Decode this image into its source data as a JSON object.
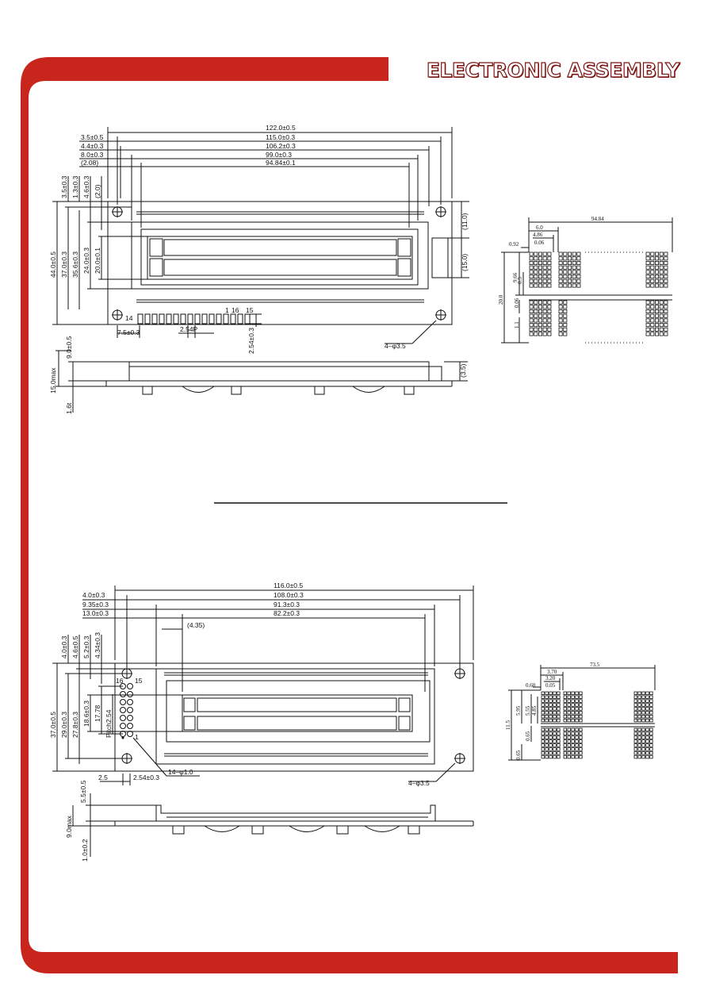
{
  "header": {
    "brand": "ELECTRONIC ASSEMBLY",
    "brand_color": "#c8251d"
  },
  "drawing_top": {
    "horizontal_dims": [
      "122.0±0.5",
      "115.0±0.3",
      "106.2±0.3",
      "99.0±0.3",
      "94.84±0.1"
    ],
    "left_offsets": [
      "3.5±0.5",
      "4.4±0.3",
      "8.0±0.3",
      "(2.08)"
    ],
    "top_offsets": [
      "3.5±0.3",
      "1.3±0.3",
      "4.6±0.3",
      "(2.0)"
    ],
    "vertical_dims": [
      "44.0±0.5",
      "37.0±0.3",
      "35.6±0.3",
      "24.0±0.3",
      "20.0±0.1"
    ],
    "right_dims": [
      "(11.0)",
      "(15.0)"
    ],
    "pin_labels": [
      "14",
      "1",
      "16",
      "15"
    ],
    "pin_dims": [
      "7.5±0.3",
      "2.54P",
      "2.54±0.3"
    ],
    "hole_label": "4–φ3.5",
    "side_dims": [
      "9.0±0.5",
      "15.0max",
      "1.6t",
      "(3.5)"
    ]
  },
  "detail_top": {
    "dims": [
      "94.84",
      "6.0",
      "0.92",
      "4.86",
      "0.06",
      "9.66",
      "0.5",
      "0.06",
      "20.0",
      "1.1"
    ]
  },
  "drawing_bottom": {
    "horizontal_dims": [
      "116.0±0.5",
      "108.0±0.3",
      "91.3±0.3",
      "82.2±0.3",
      "(4.35)"
    ],
    "left_offsets": [
      "4.0±0.3",
      "9.35±0.3",
      "13.0±0.3"
    ],
    "top_offsets": [
      "4.0±0.3",
      "4.6±0.5",
      "5.2±0.3",
      "4.34±0.3"
    ],
    "vertical_dims": [
      "37.0±0.5",
      "29.0±0.3",
      "27.8±0.3",
      "18.6±0.3",
      "17.78",
      "Pitch2.54"
    ],
    "pin_labels": [
      "16",
      "15",
      "1"
    ],
    "pin_dims": [
      "2.5",
      "2.54±0.3",
      "14–φ1.0"
    ],
    "hole_label": "4–φ3.5",
    "side_dims": [
      "5.5±0.5",
      "9.0max",
      "1.0±0.2"
    ]
  },
  "detail_bottom": {
    "dims": [
      "73.5",
      "3.70",
      "3.20",
      "0.60",
      "0.05",
      "5.95",
      "5.55",
      "4.85",
      "11.5",
      "0.65",
      "0.65"
    ]
  }
}
